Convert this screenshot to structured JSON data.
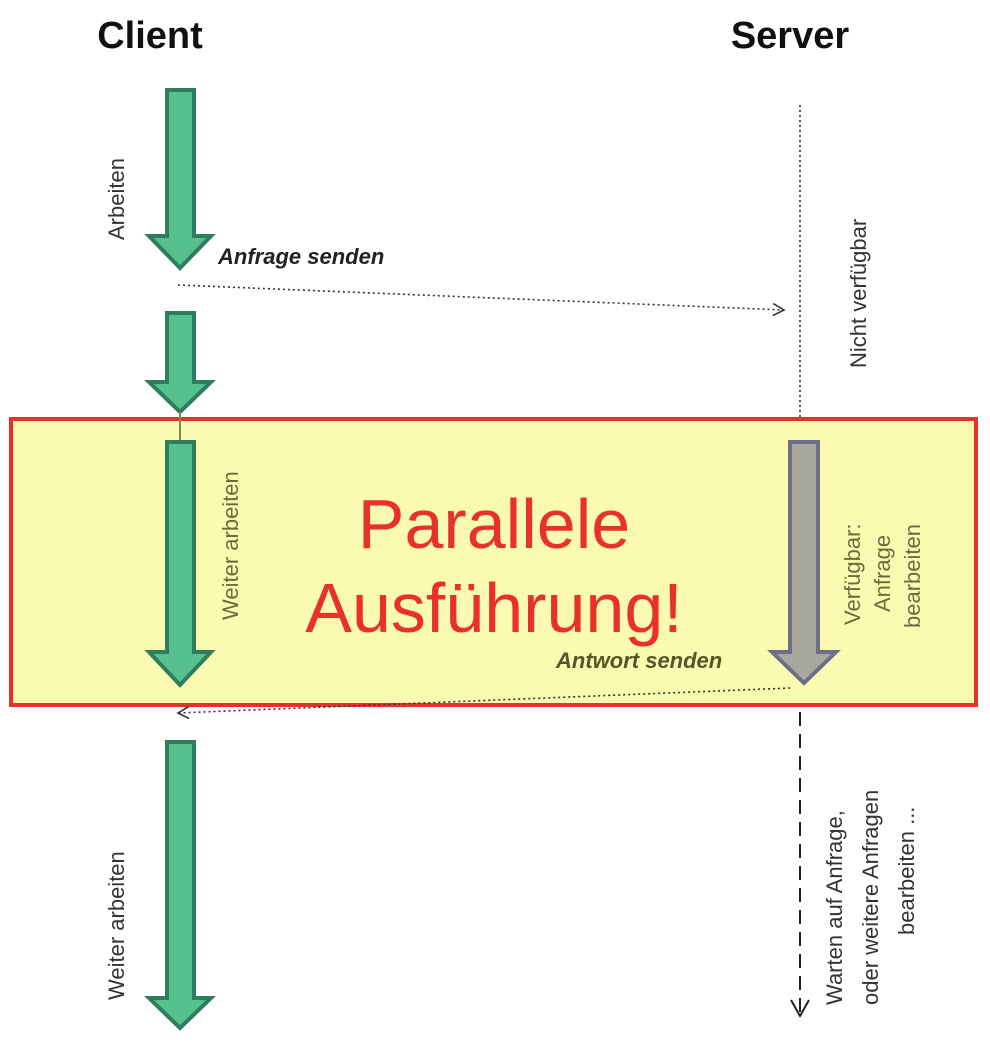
{
  "headers": {
    "client": "Client",
    "server": "Server"
  },
  "labels": {
    "arbeiten": "Arbeiten",
    "anfrage_senden": "Anfrage senden",
    "nicht_verfuegbar": "Nicht verfügbar",
    "weiter_arbeiten_1": "Weiter arbeiten",
    "verfuegbar_lines": [
      "Verfügbar:",
      "Anfrage",
      "bearbeiten"
    ],
    "antwort_senden": "Antwort senden",
    "weiter_arbeiten_2": "Weiter arbeiten",
    "warten_lines": [
      "Warten auf Anfrage,",
      "oder weitere Anfragen",
      "bearbeiten ..."
    ]
  },
  "highlight": {
    "lines": [
      "Parallele",
      "Ausführung!"
    ],
    "fill": "#fafab0",
    "border": "#e8312a"
  },
  "colors": {
    "client_arrow": "#56c08f",
    "server_arrow": "#a9a89c"
  }
}
